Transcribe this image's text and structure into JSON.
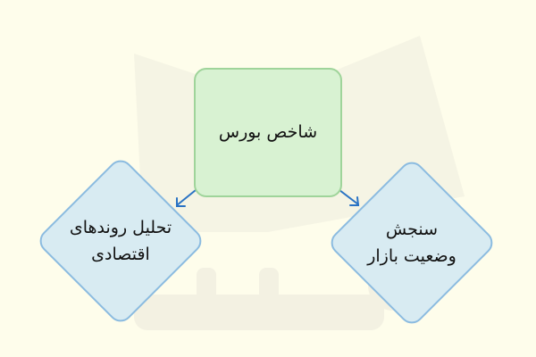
{
  "diagram": {
    "root": {
      "label": "شاخص بورس",
      "fill": "#d8f2d2",
      "stroke": "#9fd49a"
    },
    "children": [
      {
        "label_line1": "تحلیل روندهای",
        "label_line2": "اقتصادی",
        "fill": "#d8ebf2",
        "stroke": "#8bbbe0"
      },
      {
        "label_line1": "سنجش",
        "label_line2": "وضعیت بازار",
        "fill": "#d8ebf2",
        "stroke": "#8bbbe0"
      }
    ],
    "edge_color": "#2a73c4",
    "background": "#fefdeb"
  }
}
